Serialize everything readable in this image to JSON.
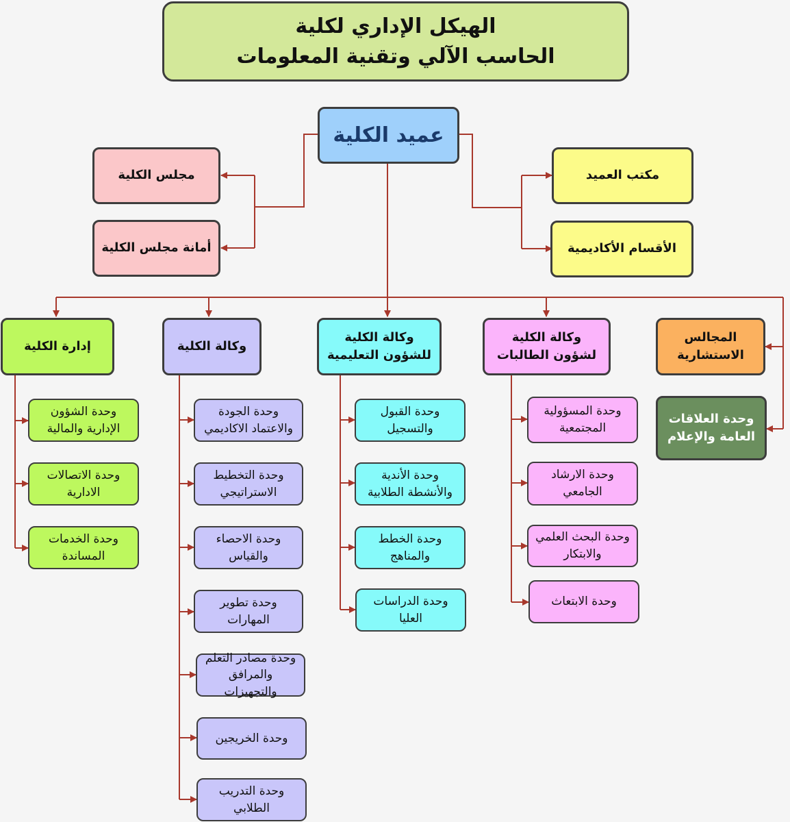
{
  "title": {
    "line1": "الهيكل الإداري لكلية",
    "line2": "الحاسب الآلي وتقنية المعلومات"
  },
  "dean": "عميد الكلية",
  "left_councils": {
    "council": "مجلس الكلية",
    "secretariat": "أمانة مجلس الكلية"
  },
  "right_offices": {
    "dean_office": "مكتب العميد",
    "departments": "الأقسام الأكاديمية"
  },
  "branches": {
    "administration": {
      "label": "إدارة الكلية",
      "units": [
        "وحدة الشؤون الإدارية والمالية",
        "وحدة الاتصالات الادارية",
        "وحدة الخدمات المساندة"
      ]
    },
    "vice_dean": {
      "label": "وكالة الكلية",
      "units": [
        "وحدة الجودة والاعتماد الاكاديمي",
        "وحدة التخطيط الاستراتيجي",
        "وحدة الاحصاء والقياس",
        "وحدة تطوير المهارات",
        "وحدة مصادر التعلم والمرافق والتجهيزات",
        "وحدة الخريجين",
        "وحدة التدريب الطلابي"
      ]
    },
    "academic_affairs": {
      "label": "وكالة الكلية للشؤون التعليمية",
      "units": [
        "وحدة القبول والتسجيل",
        "وحدة الأندية والأنشطة الطلابية",
        "وحدة الخطط والمناهج",
        "وحدة الدراسات العليا"
      ]
    },
    "female_affairs": {
      "label": "وكالة الكلية لشؤون الطالبات",
      "units": [
        "وحدة المسؤولية المجتمعية",
        "وحدة الارشاد الجامعي",
        "وحدة البحث العلمي والابتكار",
        "وحدة الابتعاث"
      ]
    },
    "advisory": {
      "label": "المجالس الاستشارية"
    },
    "public_relations": {
      "label": "وحدة العلاقات العامة والإعلام"
    }
  },
  "colors": {
    "connector": "#a8382c",
    "title_fill": "#d3e89a",
    "dean_fill": "#9fd0fb",
    "council_fill": "#fbc7c9",
    "office_fill": "#fcfb89",
    "admin_fill": "#bdf85e",
    "vice_fill": "#c9c6fa",
    "academic_fill": "#86fafa",
    "female_fill": "#fbb4fb",
    "advisory_fill": "#fbb15f",
    "pr_fill": "#6b8f5e"
  }
}
